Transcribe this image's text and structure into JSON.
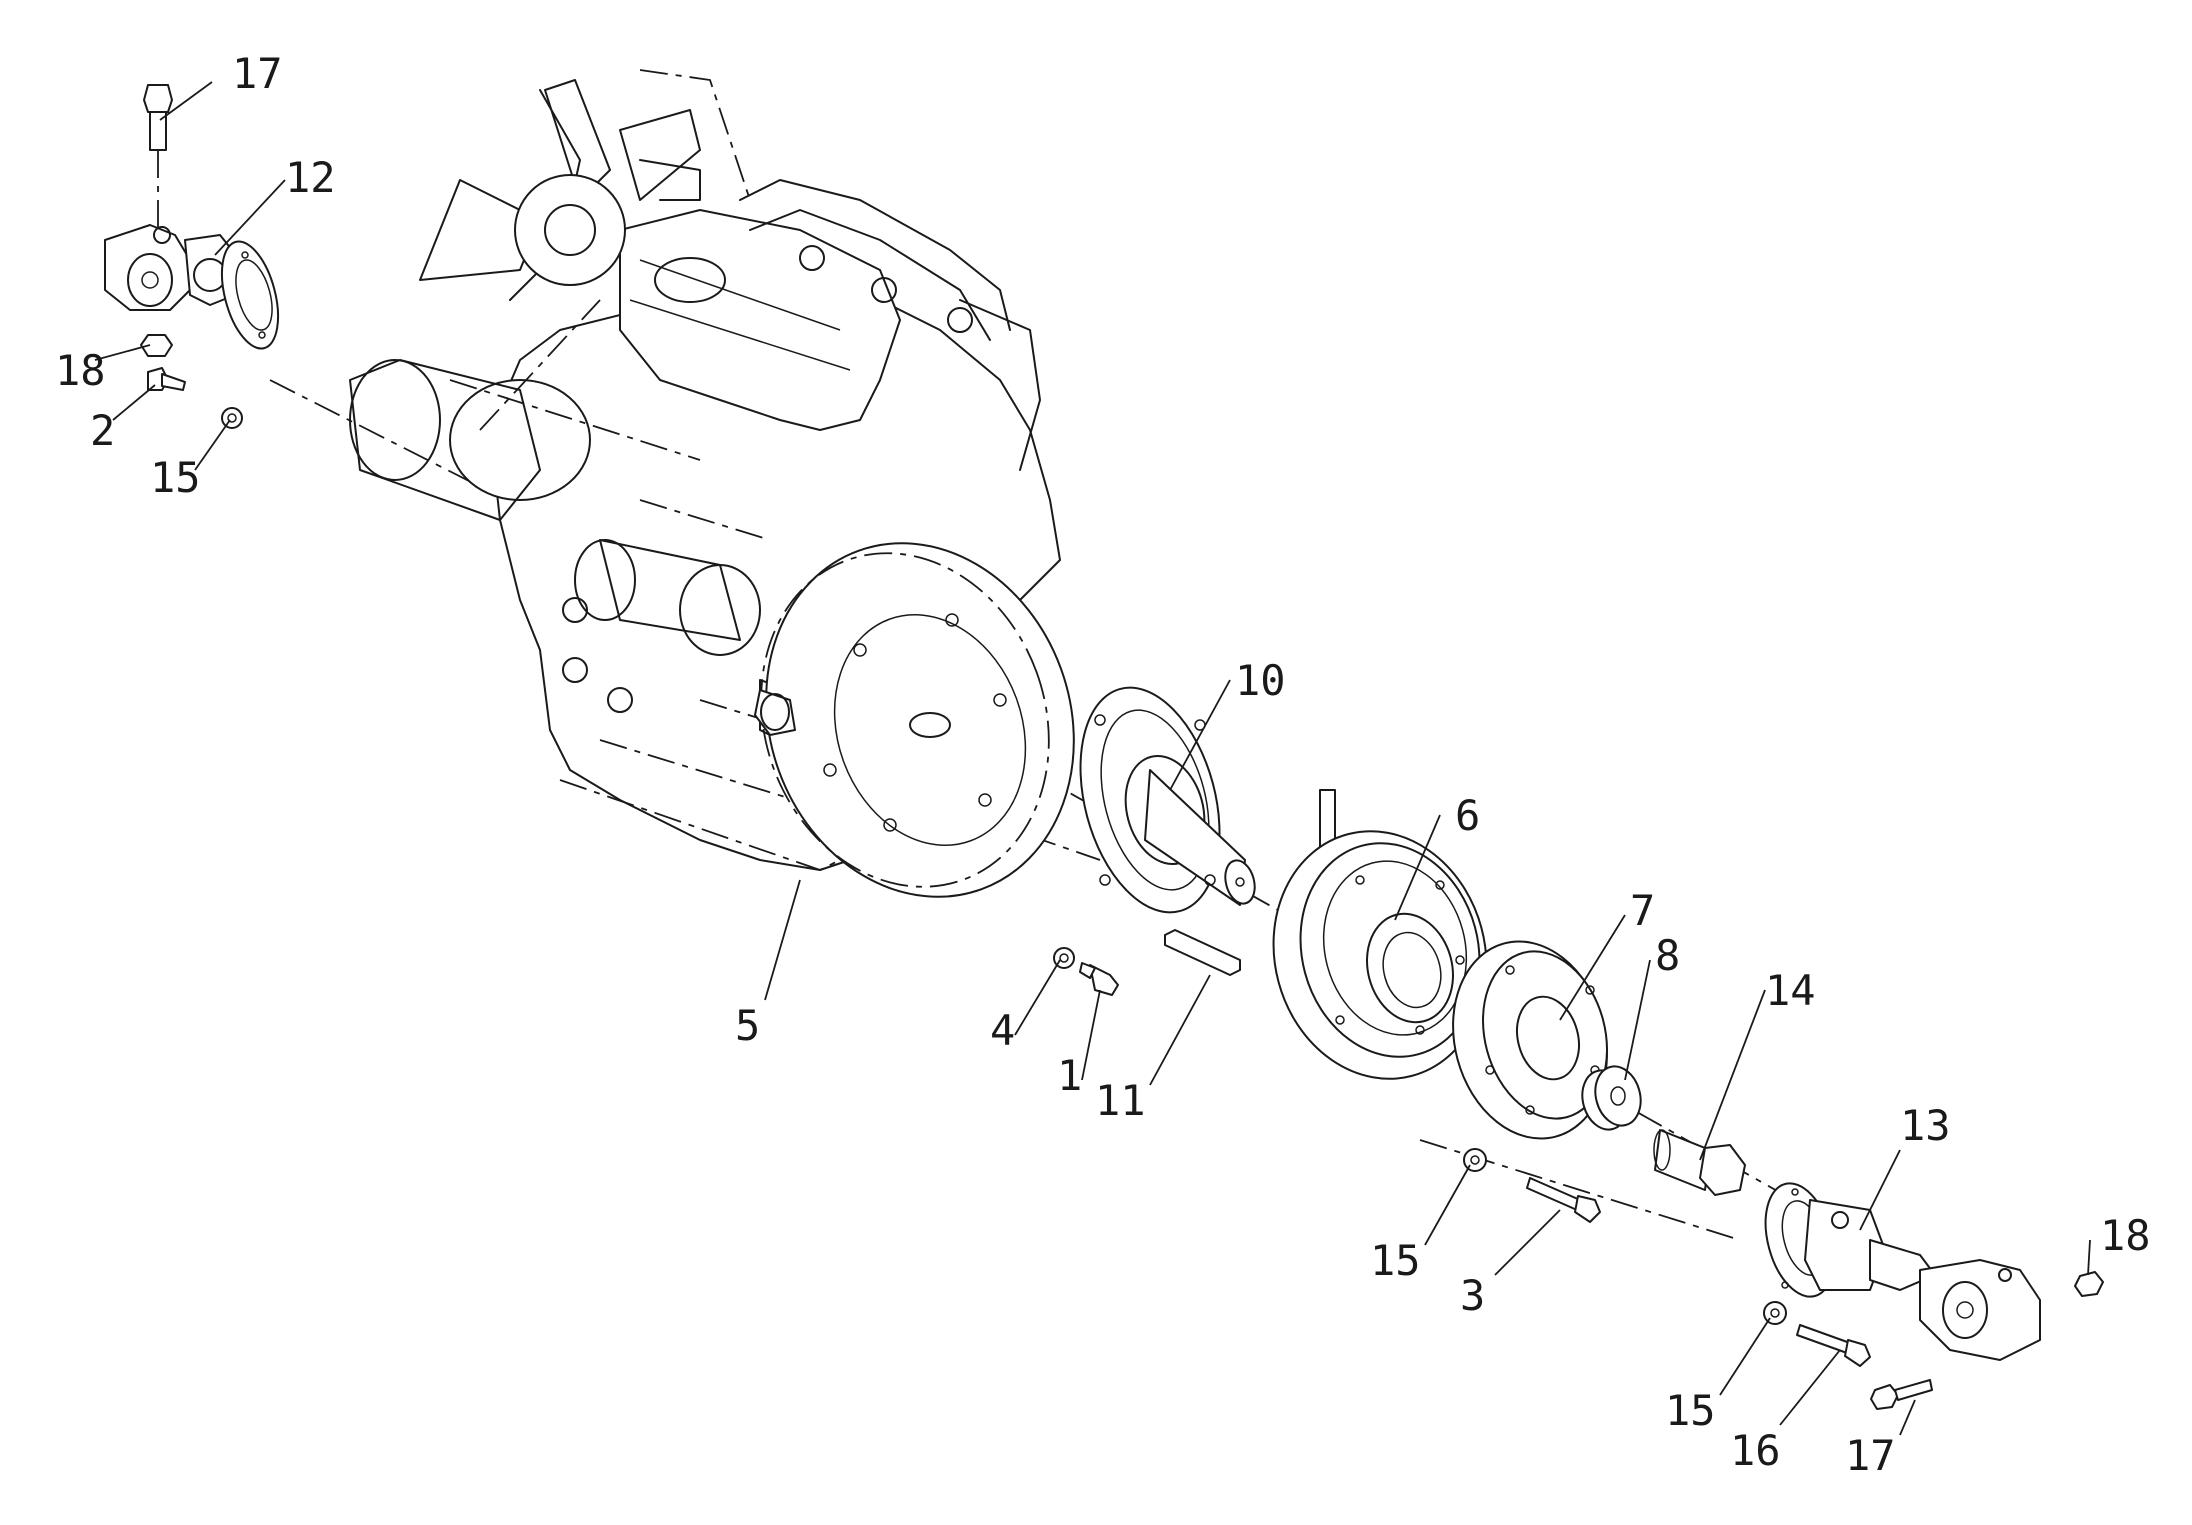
{
  "callouts": [
    {
      "id": "c17a",
      "text": "17"
    },
    {
      "id": "c12",
      "text": "12"
    },
    {
      "id": "c18a",
      "text": "18"
    },
    {
      "id": "c2",
      "text": "2"
    },
    {
      "id": "c15a",
      "text": "15"
    },
    {
      "id": "c10",
      "text": "10"
    },
    {
      "id": "c6",
      "text": "6"
    },
    {
      "id": "c5",
      "text": "5"
    },
    {
      "id": "c4",
      "text": "4"
    },
    {
      "id": "c1",
      "text": "1"
    },
    {
      "id": "c11",
      "text": "11"
    },
    {
      "id": "c7",
      "text": "7"
    },
    {
      "id": "c8",
      "text": "8"
    },
    {
      "id": "c14",
      "text": "14"
    },
    {
      "id": "c13",
      "text": "13"
    },
    {
      "id": "c18b",
      "text": "18"
    },
    {
      "id": "c15b",
      "text": "15"
    },
    {
      "id": "c3",
      "text": "3"
    },
    {
      "id": "c15c",
      "text": "15"
    },
    {
      "id": "c16",
      "text": "16"
    },
    {
      "id": "c17b",
      "text": "17"
    }
  ],
  "colors": {
    "line": "#1a1a1a",
    "background": "#ffffff"
  }
}
